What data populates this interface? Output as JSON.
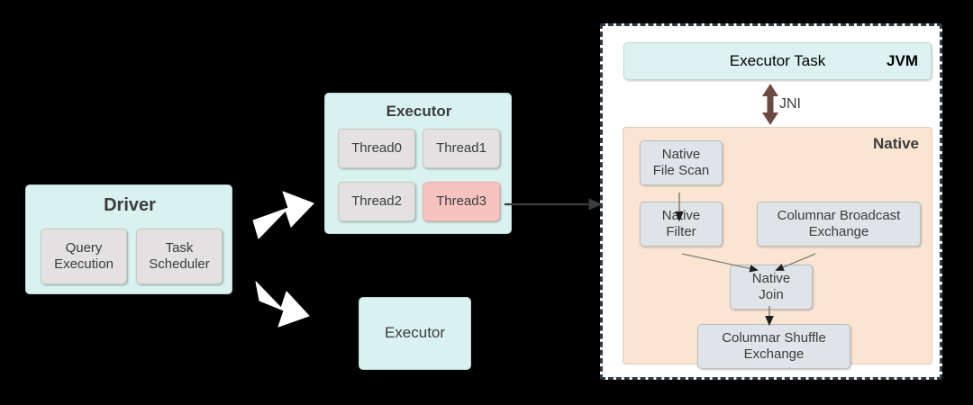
{
  "diagram": {
    "title": "Spark Driver / Executor with Native Execution",
    "background_color": "#000000",
    "colors": {
      "teal_fill": "#d9f2ef",
      "grey_fill": "#e3e1e1",
      "operator_fill": "#dfe4e8",
      "highlight_red_fill": "#f7c3c0",
      "native_region_fill": "#fae5d3",
      "panel_fill": "#ffffff",
      "dashed_border": "#2e3a40",
      "jni_arrow": "#6b4a42",
      "connector_arrow": "#3c3c3c",
      "block_arrow": "#ffffff",
      "text": "#3c3c3c"
    }
  },
  "driver": {
    "title": "Driver",
    "components": [
      {
        "label": "Query\nExecution"
      },
      {
        "label": "Task\nScheduler"
      }
    ]
  },
  "executor_primary": {
    "title": "Executor",
    "threads": [
      {
        "label": "Thread0",
        "state": "idle"
      },
      {
        "label": "Thread1",
        "state": "idle"
      },
      {
        "label": "Thread2",
        "state": "idle"
      },
      {
        "label": "Thread3",
        "state": "active"
      }
    ]
  },
  "executor_secondary": {
    "title": "Executor"
  },
  "jvm_panel": {
    "task_label": "Executor Task",
    "runtime_label": "JVM",
    "bridge_label": "JNI"
  },
  "native_region": {
    "label": "Native",
    "operators": [
      {
        "id": "native-file-scan",
        "label": "Native\nFile Scan"
      },
      {
        "id": "native-filter",
        "label": "Native\nFilter"
      },
      {
        "id": "columnar-broadcast-exchange",
        "label": "Columnar Broadcast\nExchange"
      },
      {
        "id": "native-join",
        "label": "Native\nJoin"
      },
      {
        "id": "columnar-shuffle-exchange",
        "label": "Columnar Shuffle\nExchange"
      }
    ],
    "edges": [
      {
        "from": "native-file-scan",
        "to": "native-filter"
      },
      {
        "from": "native-filter",
        "to": "native-join"
      },
      {
        "from": "columnar-broadcast-exchange",
        "to": "native-join"
      },
      {
        "from": "native-join",
        "to": "columnar-shuffle-exchange"
      }
    ]
  },
  "connectors": [
    {
      "id": "driver-to-executor-primary",
      "kind": "block-arrow",
      "direction": "up-right"
    },
    {
      "id": "driver-to-executor-secondary",
      "kind": "block-arrow",
      "direction": "down-right"
    },
    {
      "id": "thread3-to-jvm-panel",
      "kind": "line-arrow",
      "direction": "right"
    },
    {
      "id": "jvm-to-native",
      "kind": "double-arrow",
      "direction": "vertical",
      "label": "JNI"
    }
  ]
}
